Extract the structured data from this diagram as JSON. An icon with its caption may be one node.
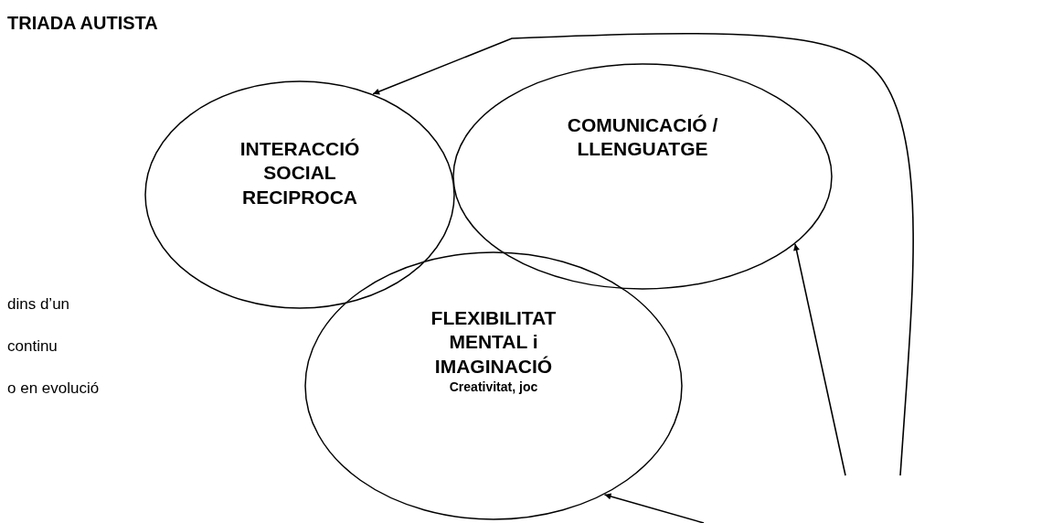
{
  "diagram": {
    "title": "TRIADA AUTISTA",
    "nodes": [
      {
        "text": [
          "INTERACCIÓ SOCIAL RECIPROCA"
        ]
      },
      {
        "text": [
          "COMUNICACIÓ / LLENGUATGE"
        ]
      },
      {
        "text": [
          "FLEXIBILITAT MENTAL i IMAGINACIÓ",
          "Creativitat, joc"
        ]
      }
    ],
    "edges": [
      {
        "from": null,
        "to": 0,
        "arrow": "to"
      },
      {
        "from": null,
        "to": 1,
        "arrow": "to"
      },
      {
        "from": null,
        "to": 2,
        "arrow": "to"
      }
    ],
    "labels": [
      "dins d’un",
      "continu",
      "o en evolució"
    ]
  }
}
